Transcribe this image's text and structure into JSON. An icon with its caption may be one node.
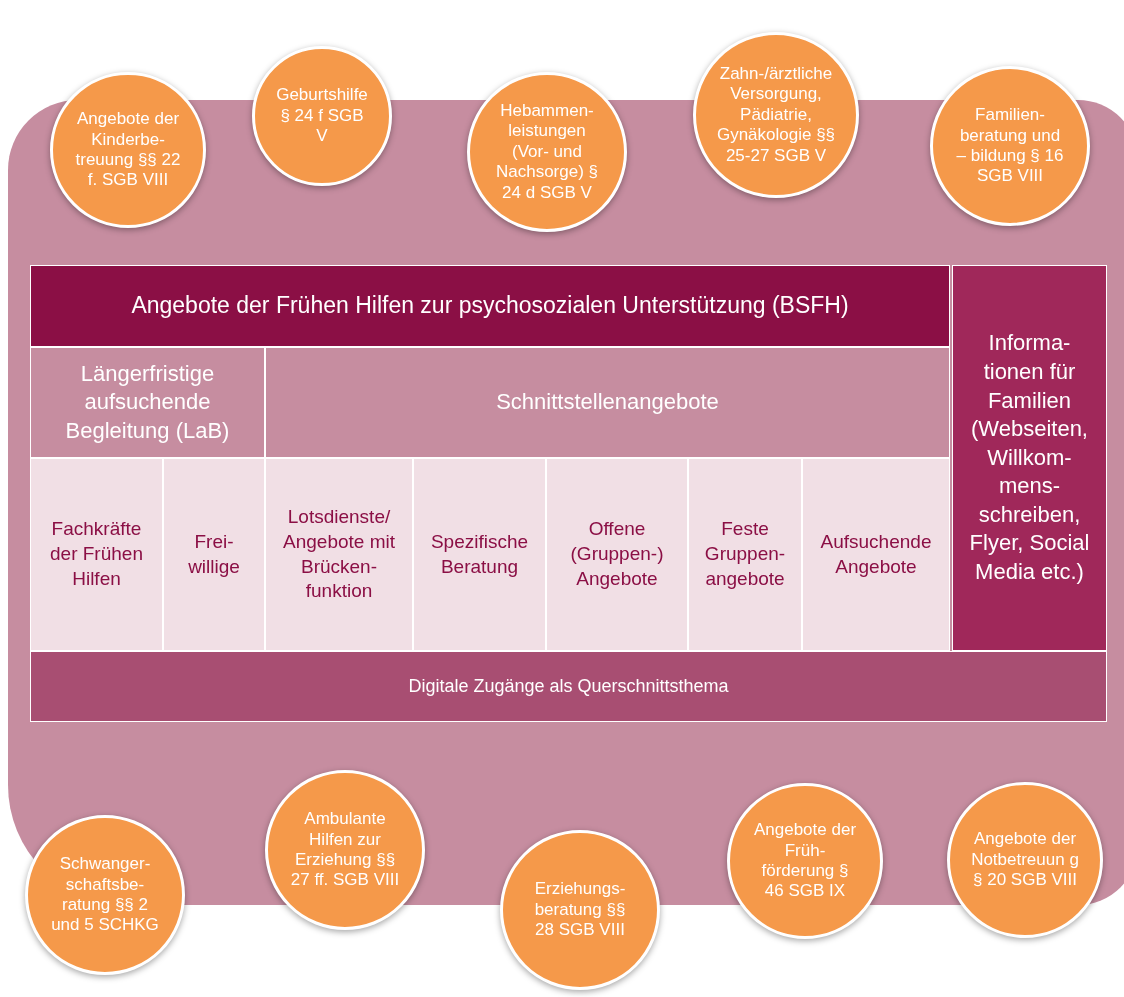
{
  "diagram": {
    "nodes": [
      {
        "text": [],
        "shape": "box"
      },
      {
        "text": [
          "Angebote der Kinderbe- treuung §§ 22 f. SGB VIII"
        ]
      },
      {
        "text": [
          "Geburtshilfe § 24 f SGB V"
        ]
      },
      {
        "text": [
          "Hebammen- leistungen (Vor- und Nachsorge) § 24 d SGB V"
        ]
      },
      {
        "text": [
          "Zahn-/ärztliche Versorgung, Pädiatrie, Gynäkologie §§ 25-27 SGB V"
        ]
      },
      {
        "text": [
          "Familien- beratung und – bildung § 16 SGB VIII"
        ]
      },
      {
        "text": [
          "Angebote der Frühen Hilfen zur psychosozialen Unterstützung (BSFH)"
        ],
        "in": 0
      },
      {
        "text": [
          "Längerfristige aufsuchende Begleitung (LaB)"
        ],
        "in": 0
      },
      {
        "text": [
          "Schnittstellenangebote"
        ],
        "in": 0
      },
      {
        "text": [
          "Fachkräfte der Frühen Hilfen"
        ],
        "in": 0
      },
      {
        "text": [
          "Frei- willige"
        ],
        "in": 0
      },
      {
        "text": [
          "Lotsdienste/ Angebote mit Brücken- funktion"
        ],
        "in": 0
      },
      {
        "text": [
          "Spezifische Beratung"
        ],
        "in": 0
      },
      {
        "text": [
          "Offene (Gruppen-) Angebote"
        ],
        "in": 0
      },
      {
        "text": [
          "Feste Gruppen- angebote"
        ],
        "in": 0
      },
      {
        "text": [
          "Aufsuchende Angebote"
        ],
        "in": 0
      },
      {
        "text": [
          "Informa- tionen für Familien (Webseiten, Willkom- mens- schreiben, Flyer, Social Media etc.)"
        ],
        "in": 0
      },
      {
        "text": [
          "Digitale Zugänge als Querschnittsthema"
        ],
        "in": 0
      },
      {
        "text": [
          "Schwanger- schaftsbe- ratung §§ 2 und 5 SCHKG"
        ]
      },
      {
        "text": [
          "Ambulante Hilfen zur Erziehung §§ 27 ff. SGB VIII"
        ]
      },
      {
        "text": [
          "Erziehungs- beratung §§ 28 SGB VIII"
        ]
      },
      {
        "text": [
          "Angebote der Früh- förderung § 46 SGB IX"
        ]
      },
      {
        "text": [
          "Angebote der Notbetreuun g § 20 SGB VIII"
        ]
      }
    ],
    "edges": []
  }
}
